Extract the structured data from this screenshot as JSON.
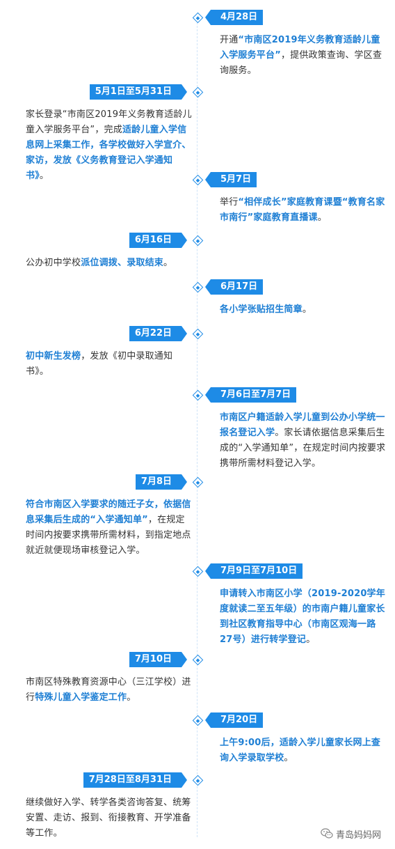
{
  "entries": [
    {
      "date": "4月28日",
      "side": "right",
      "text": [
        {
          "t": "开通"
        },
        {
          "t": "“市南区2019年义务教育适龄儿童入学服务平台”",
          "hl": true
        },
        {
          "t": "，提供政策查询、学区查询服务。"
        }
      ]
    },
    {
      "date": "5月1日至5月31日",
      "side": "left",
      "text": [
        {
          "t": "家长登录“市南区2019年义务教育适龄儿童入学服务平台”，完成"
        },
        {
          "t": "适龄儿童入学信息网上采集工作，各学校做好入学宣介、家访，发放《义务教育登记入学通知书》",
          "hl": true
        },
        {
          "t": "。"
        }
      ]
    },
    {
      "date": "5月7日",
      "side": "right",
      "text": [
        {
          "t": "举行"
        },
        {
          "t": "“相伴成长”家庭教育课暨“教育名家市南行”家庭教育直播课",
          "hl": true
        },
        {
          "t": "。"
        }
      ]
    },
    {
      "date": "6月16日",
      "side": "left",
      "text": [
        {
          "t": "公办初中学校"
        },
        {
          "t": "派位调拨、录取结束",
          "hl": true
        },
        {
          "t": "。"
        }
      ]
    },
    {
      "date": "6月17日",
      "side": "right",
      "text": [
        {
          "t": "各小学张贴招生简章",
          "hl": true
        },
        {
          "t": "。"
        }
      ]
    },
    {
      "date": "6月22日",
      "side": "left",
      "text": [
        {
          "t": "初中新生发榜",
          "hl": true
        },
        {
          "t": "，发放《初中录取通知书》。"
        }
      ]
    },
    {
      "date": "7月6日至7月7日",
      "side": "right",
      "text": [
        {
          "t": "市南区户籍适龄入学儿童到公办小学统一报名登记入学",
          "hl": true
        },
        {
          "t": "。家长请依据信息采集后生成的“入学通知单”，在规定时间内按要求携带所需材料登记入学。"
        }
      ]
    },
    {
      "date": "7月8日",
      "side": "left",
      "text": [
        {
          "t": "符合市南区入学要求的随迁子女，依据信息采集后生成的“入学通知单”",
          "hl": true
        },
        {
          "t": "，在规定时间内按要求携带所需材料，到指定地点就近就便现场审核登记入学。"
        }
      ]
    },
    {
      "date": "7月9日至7月10日",
      "side": "right",
      "text": [
        {
          "t": "申请转入市南区小学（2019-2020学年度就读二至五年级）的市南户籍儿童家长到社区教育指导中心（市南区观海一路27号）进行转学登记",
          "hl": true
        },
        {
          "t": "。"
        }
      ]
    },
    {
      "date": "7月10日",
      "side": "left",
      "text": [
        {
          "t": "市南区特殊教育资源中心（三江学校）进行"
        },
        {
          "t": "特殊儿童入学鉴定工作",
          "hl": true
        },
        {
          "t": "。"
        }
      ]
    },
    {
      "date": "7月20日",
      "side": "right",
      "text": [
        {
          "t": "上午9:00后，适龄入学儿童家长网上查询入学录取学校",
          "hl": true
        },
        {
          "t": "。"
        }
      ]
    },
    {
      "date": "7月28日至8月31日",
      "side": "left",
      "text": [
        {
          "t": "继续做好入学、转学各类咨询答复、统筹安置、走访、报到、衔接教育、开学准备等工作。"
        }
      ]
    }
  ],
  "watermark": {
    "text": "青岛妈妈网",
    "icon": "wechat-icon"
  },
  "colors": {
    "accent": "#1e8be6",
    "highlight": "#1e7fd4",
    "body_text": "#333333"
  }
}
